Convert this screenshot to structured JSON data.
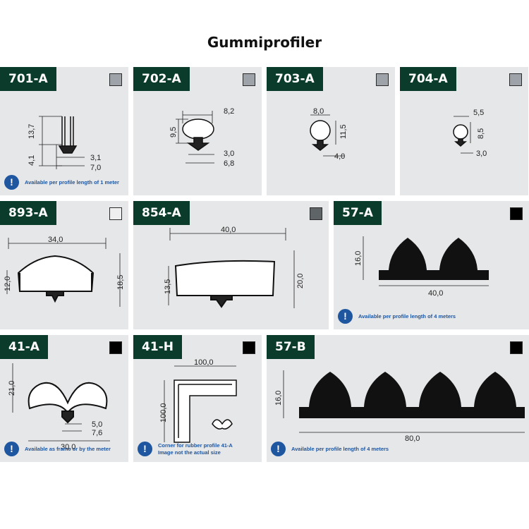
{
  "title": "Gummiprofiler",
  "colors": {
    "tag_bg": "#0b3b2a",
    "panel_bg": "#e6e7e8",
    "note_blue": "#1f56a0"
  },
  "profiles": [
    {
      "code": "701-A",
      "swatch": "#9da3a8",
      "dims": [
        "13,7",
        "4,1",
        "3,1",
        "7,0"
      ],
      "note": "Available per profile length of 1 meter",
      "note_icon": "!"
    },
    {
      "code": "702-A",
      "swatch": "#9da3a8",
      "dims": [
        "8,2",
        "9,5",
        "3,0",
        "6,8"
      ]
    },
    {
      "code": "703-A",
      "swatch": "#9da3a8",
      "dims": [
        "8,0",
        "11,5",
        "4,0"
      ]
    },
    {
      "code": "704-A",
      "swatch": "#9da3a8",
      "dims": [
        "5,5",
        "8,5",
        "3,0"
      ]
    },
    {
      "code": "893-A",
      "swatch": "#efefef",
      "dims": [
        "34,0",
        "12,0",
        "18,5"
      ]
    },
    {
      "code": "854-A",
      "swatch": "#5f6466",
      "dims": [
        "40,0",
        "13,5",
        "20,0"
      ]
    },
    {
      "code": "57-A",
      "swatch": "#000000",
      "dims": [
        "16,0",
        "40,0"
      ],
      "note": "Available per profile length of 4 meters",
      "note_icon": "!"
    },
    {
      "code": "41-A",
      "swatch": "#000000",
      "dims": [
        "21,0",
        "5,0",
        "7,6",
        "30,0"
      ],
      "note": "Available as frame or by the meter",
      "note_icon": "!"
    },
    {
      "code": "41-H",
      "swatch": "#000000",
      "dims": [
        "100,0",
        "100,0"
      ],
      "note": "Corner for rubber profile 41-A\nImage not the actual size",
      "note_icon": "!"
    },
    {
      "code": "57-B",
      "swatch": "#000000",
      "dims": [
        "16,0",
        "80,0"
      ],
      "note": "Available per profile length of 4 meters",
      "note_icon": "!"
    }
  ]
}
